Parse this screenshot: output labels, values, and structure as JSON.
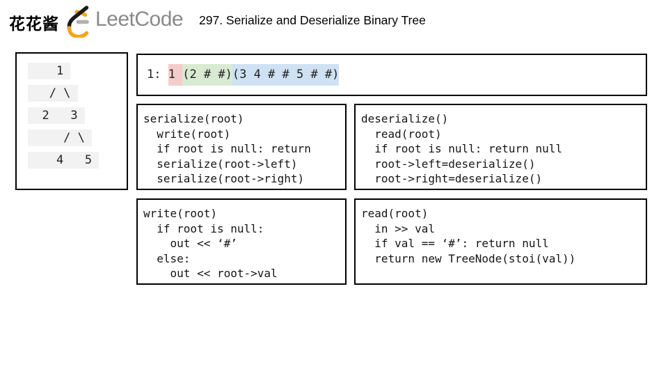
{
  "header": {
    "brand": "花花酱",
    "logo_text": "LeetCode",
    "title": "297. Serialize and Deserialize Binary Tree"
  },
  "colors": {
    "pink": "#f4cccc",
    "green": "#d9ead3",
    "blue": "#cfe2f3",
    "tree_highlight": "#f2f2f2",
    "logo_black": "#1a1a1a",
    "logo_orange": "#f7a41d",
    "logo_dash": "#b3b1b0"
  },
  "tree_panel": {
    "lines": [
      "    1 ",
      "   / \\ ",
      "  2   3 ",
      "     / \\ ",
      "    4   5 "
    ]
  },
  "serialized": {
    "prefix": "1: ",
    "segments": [
      {
        "name": "root",
        "text": "1 "
      },
      {
        "name": "left-subtree",
        "text": "(2 # #)"
      },
      {
        "name": "right-subtree",
        "text": "(3 4 # # 5 # #)"
      }
    ]
  },
  "panels": {
    "serialize": {
      "lines": [
        "serialize(root)",
        "  write(root)",
        "  if root is null: return",
        "  serialize(root->left)",
        "  serialize(root->right)"
      ]
    },
    "deserialize": {
      "lines": [
        "deserialize()",
        "  read(root)",
        "  if root is null: return null",
        "  root->left=deserialize()",
        "  root->right=deserialize()"
      ]
    },
    "write": {
      "lines": [
        "write(root)",
        "  if root is null:",
        "    out << ‘#’",
        "  else:",
        "    out << root->val"
      ]
    },
    "read": {
      "lines": [
        "read(root)",
        "  in >> val",
        "  if val == ‘#’: return null",
        "  return new TreeNode(stoi(val))"
      ]
    }
  }
}
